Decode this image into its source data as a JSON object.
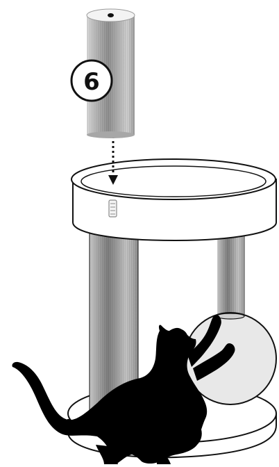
{
  "diagram": {
    "step_number": "6",
    "parts": [
      "top-post",
      "bowl-bed",
      "left-post",
      "right-post",
      "ball-toy",
      "base-platform",
      "cat-silhouette"
    ],
    "colors": {
      "outline": "#111111",
      "post_dark": "#8e8e8e",
      "post_light": "#d6d6d6",
      "ball_fill": "#e8e8e8",
      "cat_fill": "#000000",
      "background": "#ffffff"
    }
  }
}
